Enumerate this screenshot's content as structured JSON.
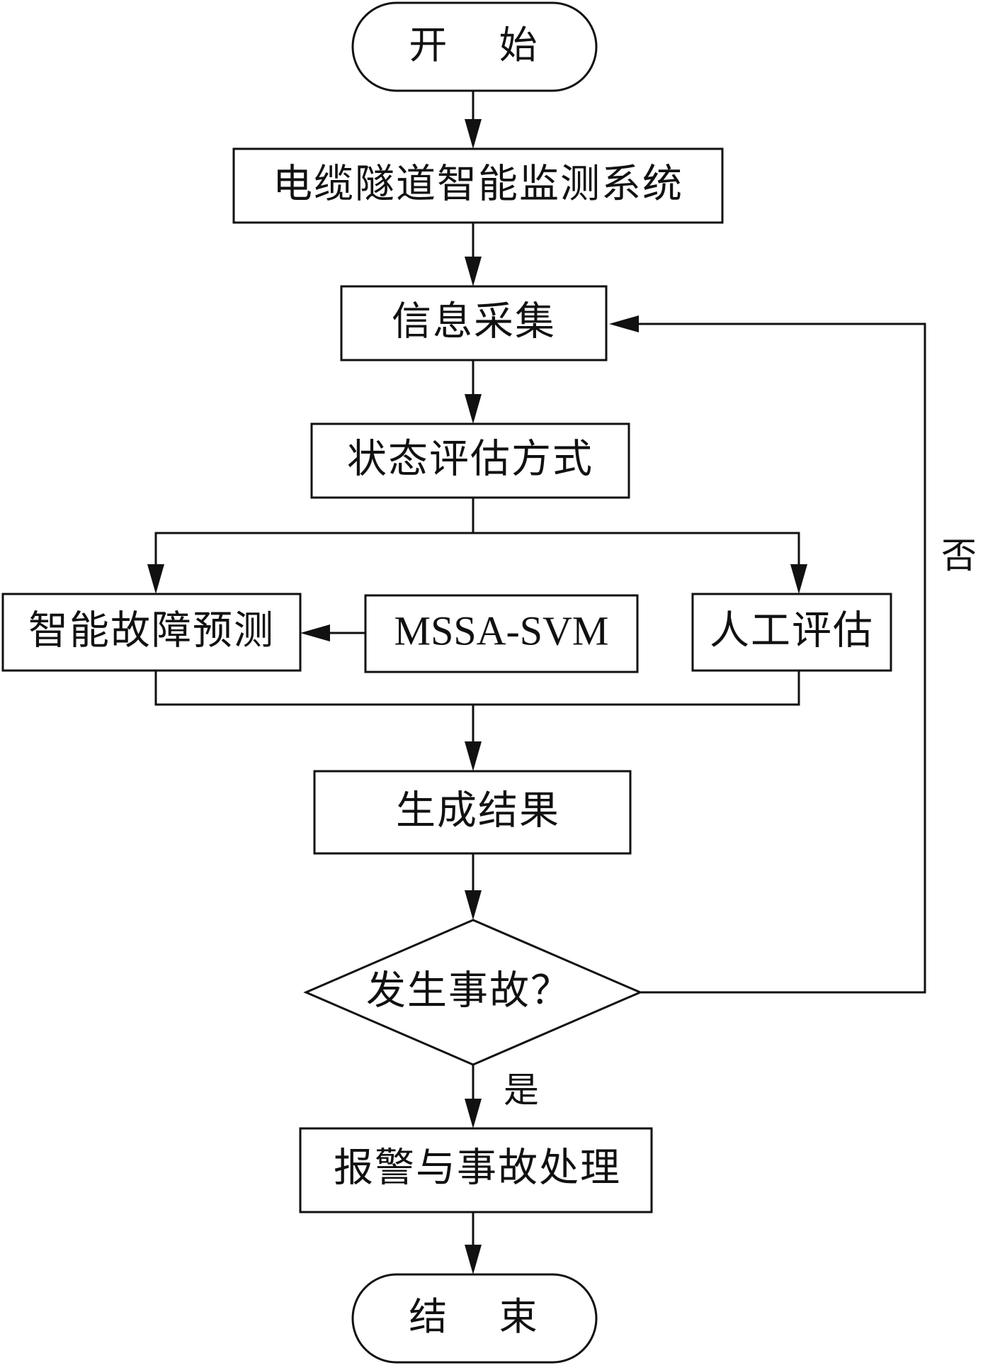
{
  "nodes": {
    "start": "开 始",
    "monitoring_system": "电缆隧道智能监测系统",
    "info_collection": "信息采集",
    "assessment_method": "状态评估方式",
    "intelligent_prediction": "智能故障预测",
    "mssa_svm": "MSSA-SVM",
    "manual_assessment": "人工评估",
    "generate_result": "生成结果",
    "accident_decision": "发生事故？",
    "alarm_handling": "报警与事故处理",
    "end": "结 束"
  },
  "edge_labels": {
    "no": "否",
    "yes": "是"
  }
}
